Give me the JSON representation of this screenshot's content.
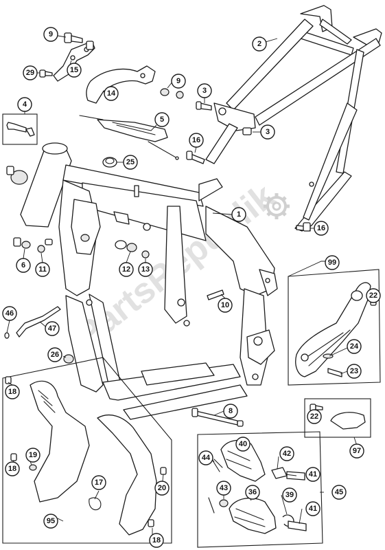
{
  "watermark": {
    "text": "PartsRepublik",
    "icon": "gear-icon"
  },
  "callouts": [
    {
      "id": "c9a",
      "label": "9"
    },
    {
      "id": "c2",
      "label": "2"
    },
    {
      "id": "c15",
      "label": "15"
    },
    {
      "id": "c29",
      "label": "29"
    },
    {
      "id": "c14",
      "label": "14"
    },
    {
      "id": "c9b",
      "label": "9"
    },
    {
      "id": "c3a",
      "label": "3"
    },
    {
      "id": "c4",
      "label": "4"
    },
    {
      "id": "c5",
      "label": "5"
    },
    {
      "id": "c3b",
      "label": "3"
    },
    {
      "id": "c16a",
      "label": "16"
    },
    {
      "id": "c25",
      "label": "25"
    },
    {
      "id": "c1",
      "label": "1"
    },
    {
      "id": "c16b",
      "label": "16"
    },
    {
      "id": "c6",
      "label": "6"
    },
    {
      "id": "c11",
      "label": "11"
    },
    {
      "id": "c12",
      "label": "12"
    },
    {
      "id": "c13",
      "label": "13"
    },
    {
      "id": "c99",
      "label": "99"
    },
    {
      "id": "c10",
      "label": "10"
    },
    {
      "id": "c22a",
      "label": "22"
    },
    {
      "id": "c46",
      "label": "46"
    },
    {
      "id": "c47",
      "label": "47"
    },
    {
      "id": "c24",
      "label": "24"
    },
    {
      "id": "c26",
      "label": "26"
    },
    {
      "id": "c23",
      "label": "23"
    },
    {
      "id": "c18a",
      "label": "18"
    },
    {
      "id": "c8",
      "label": "8"
    },
    {
      "id": "c22b",
      "label": "22"
    },
    {
      "id": "c40",
      "label": "40"
    },
    {
      "id": "c97",
      "label": "97"
    },
    {
      "id": "c19",
      "label": "19"
    },
    {
      "id": "c44",
      "label": "44"
    },
    {
      "id": "c42",
      "label": "42"
    },
    {
      "id": "c18b",
      "label": "18"
    },
    {
      "id": "c17",
      "label": "17"
    },
    {
      "id": "c41a",
      "label": "41"
    },
    {
      "id": "c20",
      "label": "20"
    },
    {
      "id": "c43",
      "label": "43"
    },
    {
      "id": "c36",
      "label": "36"
    },
    {
      "id": "c39",
      "label": "39"
    },
    {
      "id": "c45",
      "label": "45"
    },
    {
      "id": "c41b",
      "label": "41"
    },
    {
      "id": "c95",
      "label": "95"
    },
    {
      "id": "c18c",
      "label": "18"
    }
  ]
}
